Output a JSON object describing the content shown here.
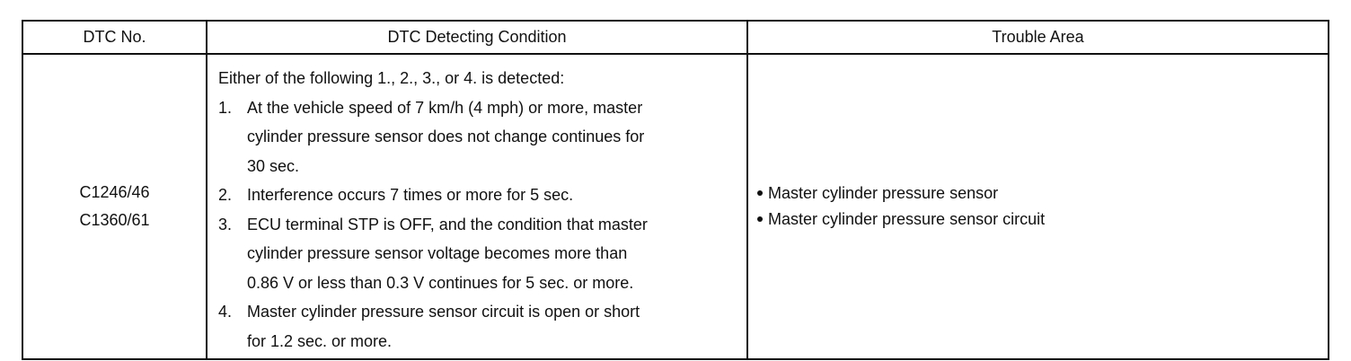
{
  "table": {
    "headers": {
      "dtc_no": "DTC No.",
      "condition": "DTC Detecting Condition",
      "trouble_area": "Trouble Area"
    },
    "row": {
      "codes": [
        "C1246/46",
        "C1360/61"
      ],
      "condition_intro": "Either of the following 1., 2., 3., or 4. is detected:",
      "conditions": [
        {
          "num": "1.",
          "lines": [
            "At the vehicle speed of 7 km/h (4 mph) or more, master",
            "cylinder pressure sensor does not change continues for",
            "30 sec."
          ]
        },
        {
          "num": "2.",
          "lines": [
            "Interference occurs 7 times or more for 5 sec."
          ]
        },
        {
          "num": "3.",
          "lines": [
            "ECU terminal STP is OFF, and the condition that master",
            "cylinder pressure sensor voltage becomes more than",
            "0.86 V or less than 0.3 V continues for 5 sec. or more."
          ]
        },
        {
          "num": "4.",
          "lines": [
            "Master cylinder pressure sensor circuit is open or short",
            "for 1.2 sec. or more."
          ]
        }
      ],
      "trouble_areas": [
        "Master cylinder pressure sensor",
        "Master cylinder pressure sensor circuit"
      ]
    }
  }
}
